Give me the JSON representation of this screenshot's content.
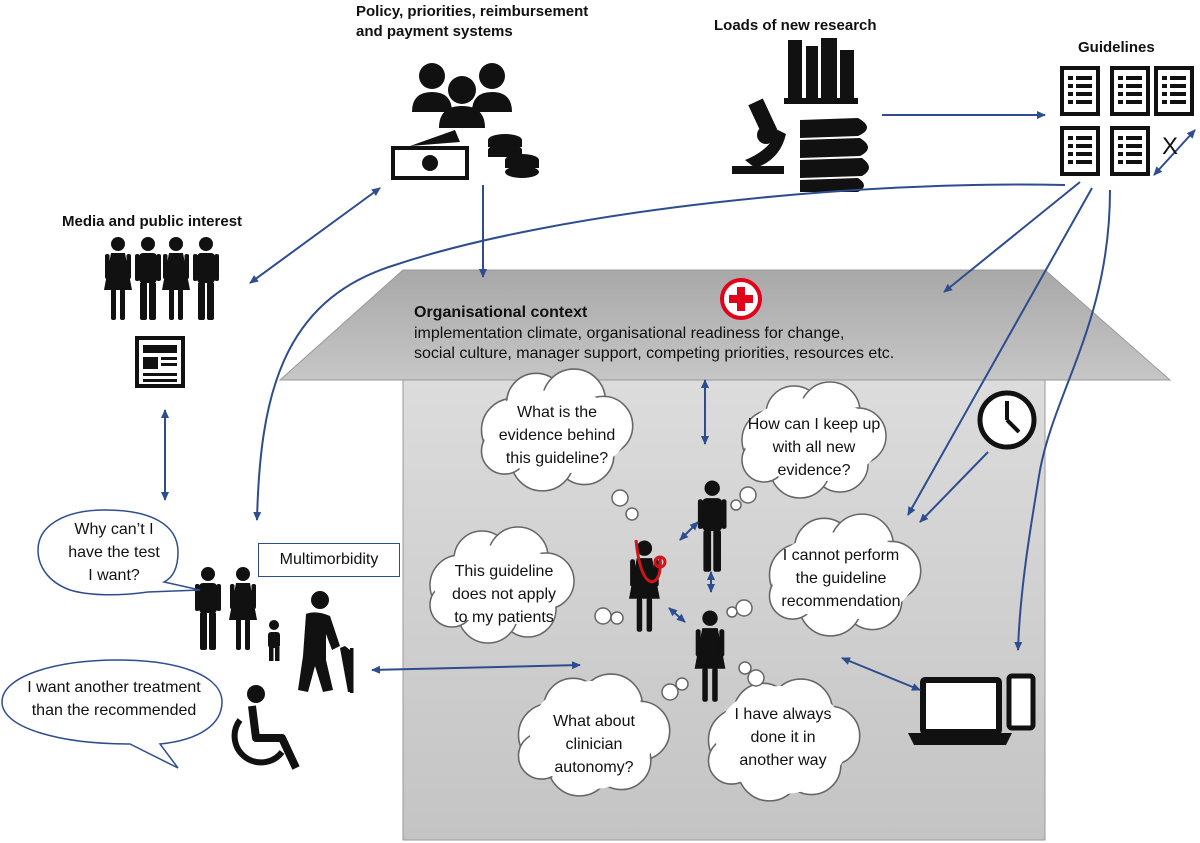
{
  "labels": {
    "policy_line1": "Policy, priorities, reimbursement",
    "policy_line2": "and payment systems",
    "research": "Loads of new research",
    "guidelines": "Guidelines",
    "media": "Media and public interest",
    "multimorbidity": "Multimorbidity",
    "guideline_x": "X"
  },
  "context": {
    "title": "Organisational context",
    "line1": "implementation climate, organisational readiness for change,",
    "line2": "social culture, manager support, competing priorities, resources etc."
  },
  "bubbles": {
    "evidence": [
      "What is the",
      "evidence  behind",
      "this guideline?"
    ],
    "keep_up": [
      "How can I keep up",
      "with all new",
      "evidence?"
    ],
    "not_apply": [
      "This guideline",
      "does not apply",
      "to my patients"
    ],
    "cannot_perform": [
      "I cannot perform",
      "the guideline",
      "recommendation"
    ],
    "autonomy": [
      "What about",
      "clinician",
      "autonomy?"
    ],
    "always_done": [
      "I have always",
      "done it in",
      "another way"
    ],
    "test": [
      "Why can’t I",
      "have the test",
      "I want?"
    ],
    "treatment": [
      "I want another treatment",
      "than the recommended"
    ]
  },
  "icons": [
    "people-group-icon",
    "money-coins-icon",
    "books-icon",
    "microscope-icon",
    "book-stack-icon",
    "guideline-document-icon",
    "family-crowd-icon",
    "newspaper-icon",
    "hospital-cross-icon",
    "clock-icon",
    "laptop-icon",
    "phone-icon",
    "family-icon",
    "elderly-person-icon",
    "wheelchair-icon",
    "doctor-icon",
    "clinician-icon"
  ],
  "colors": {
    "arrow": "#2e4d8f",
    "box": "#c8c8c8",
    "roof": "#b4b4b4",
    "cross": "#e3001b",
    "stethoscope": "#d0161b"
  }
}
